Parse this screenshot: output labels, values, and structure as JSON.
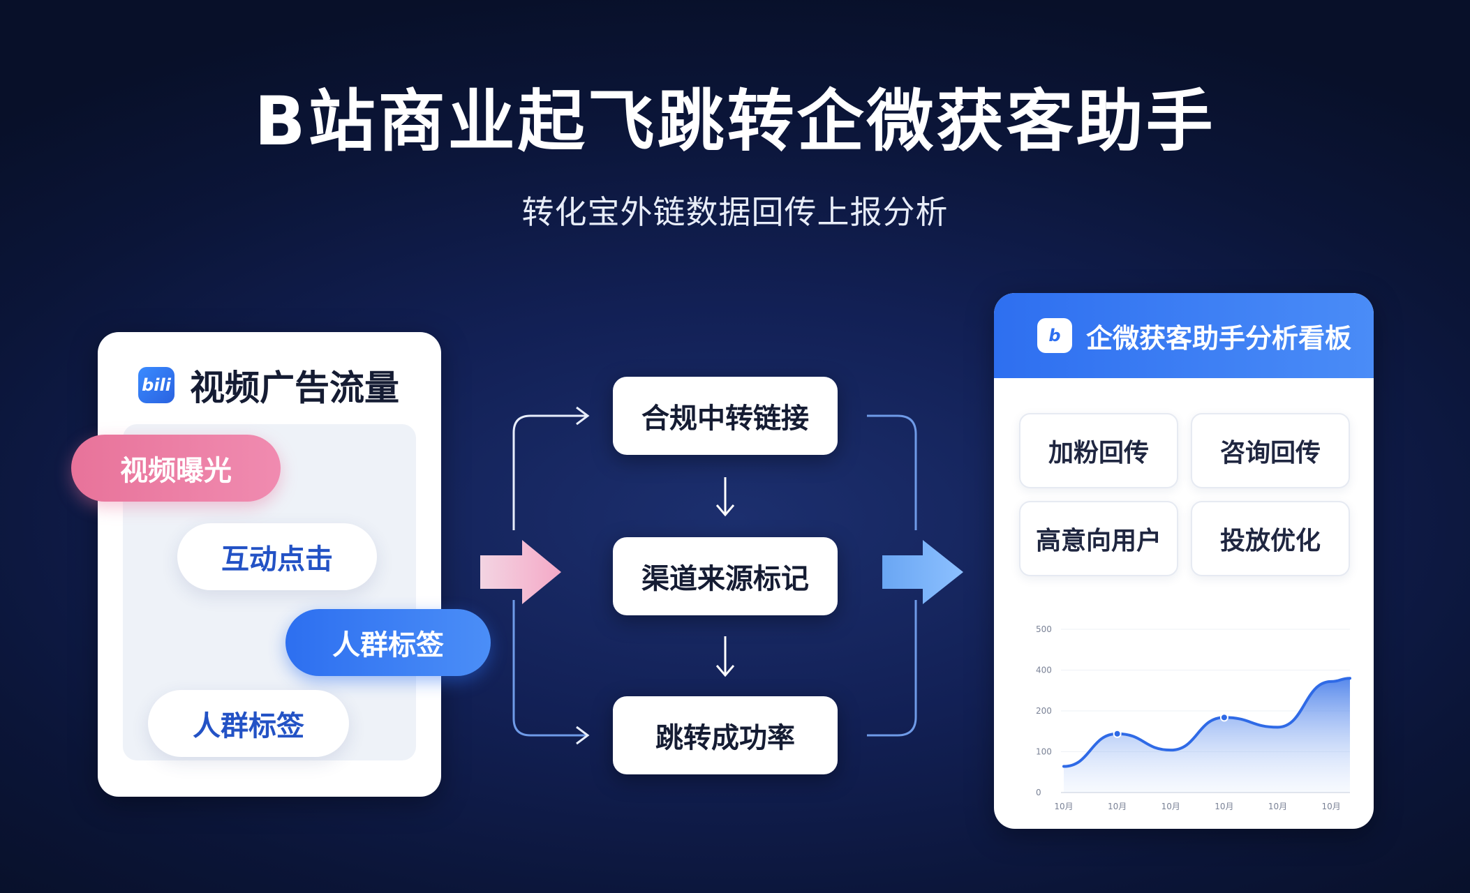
{
  "header": {
    "title": "B站商业起飞跳转企微获客助手",
    "subtitle": "转化宝外链数据回传上报分析"
  },
  "left_panel": {
    "logo_text": "bili",
    "title": "视频广告流量",
    "pills": [
      "视频曝光",
      "互动点击",
      "人群标签",
      "人群标签"
    ]
  },
  "flow": {
    "steps": [
      "合规中转链接",
      "渠道来源标记",
      "跳转成功率"
    ]
  },
  "right_panel": {
    "logo_text": "b",
    "title": "企微获客助手分析看板",
    "tiles": [
      "加粉回传",
      "咨询回传",
      "高意向用户",
      "投放优化"
    ]
  },
  "colors": {
    "accent_blue": "#2e6ff0",
    "accent_pink": "#e8739a",
    "bg_navy": "#0f1c4b"
  },
  "chart_data": {
    "type": "area",
    "title": "",
    "xlabel": "",
    "ylabel": "",
    "y_ticks": [
      "0",
      "100",
      "200",
      "400",
      "500"
    ],
    "x_ticks": [
      "10月",
      "10月",
      "10月",
      "10月",
      "10月",
      "10月"
    ],
    "ylim": [
      0,
      500
    ],
    "grid": true,
    "series": [
      {
        "x": [
          0,
          1,
          2,
          3,
          4,
          5,
          5.35
        ],
        "y": [
          80,
          180,
          130,
          230,
          200,
          340,
          350
        ]
      }
    ],
    "markers_at_index": [
      1,
      3
    ]
  }
}
